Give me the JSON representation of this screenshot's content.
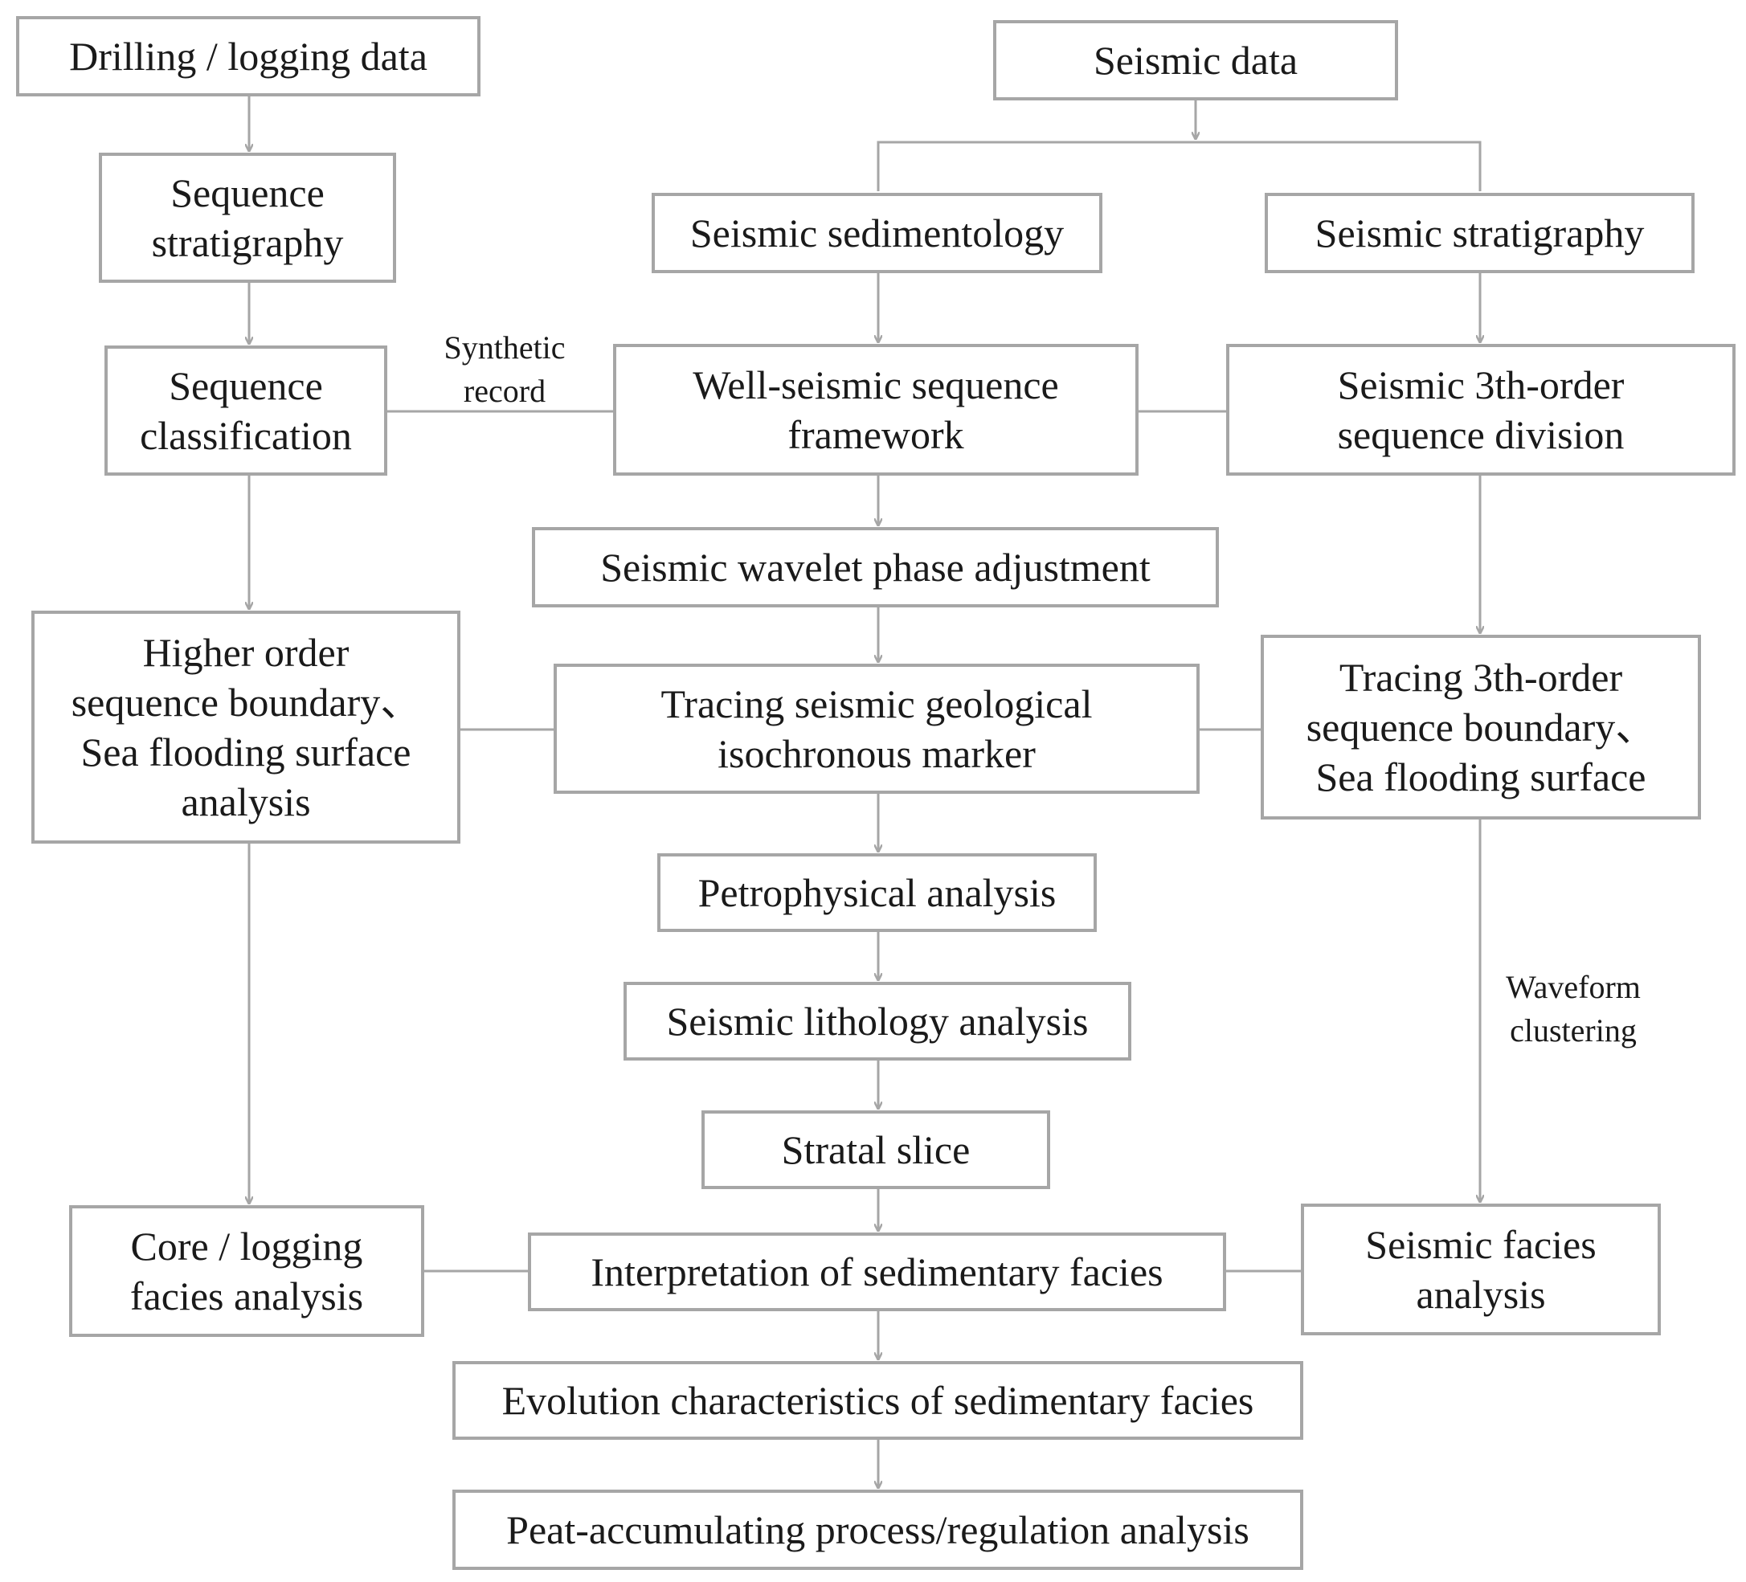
{
  "colors": {
    "line": "#a6a6a6",
    "text": "#1a1a1a",
    "background": "#ffffff"
  },
  "boxes": {
    "drilling_logging_data": "Drilling / logging  data",
    "seismic_data": "Seismic data",
    "sequence_stratigraphy": "Sequence\nstratigraphy",
    "seismic_sedimentology": "Seismic sedimentology",
    "seismic_stratigraphy": "Seismic stratigraphy",
    "sequence_classification": "Sequence\nclassification",
    "well_seismic_framework": "Well-seismic sequence\nframework",
    "seismic_3th_order_division": "Seismic 3th-order\nsequence division",
    "seismic_wavelet_phase": "Seismic wavelet phase adjustment",
    "higher_order_boundary": "Higher  order\nsequence boundary、\nSea flooding surface\nanalysis",
    "tracing_isochronous_marker": "Tracing seismic geological\nisochronous marker",
    "tracing_3th_order_boundary": "Tracing 3th-order\nsequence boundary、\nSea flooding surface",
    "petrophysical_analysis": "Petrophysical analysis",
    "seismic_lithology": "Seismic lithology  analysis",
    "stratal_slice": "Stratal slice",
    "core_logging_facies": "Core / logging\nfacies analysis",
    "interpretation_facies": "Interpretation  of sedimentary facies",
    "seismic_facies_analysis": "Seismic facies\nanalysis",
    "evolution_characteristics": "Evolution characteristics of sedimentary facies",
    "peat_accumulating": "Peat-accumulating process/regulation analysis"
  },
  "labels": {
    "synthetic_record": "Synthetic\nrecord",
    "waveform_clustering": "Waveform\nclustering"
  }
}
